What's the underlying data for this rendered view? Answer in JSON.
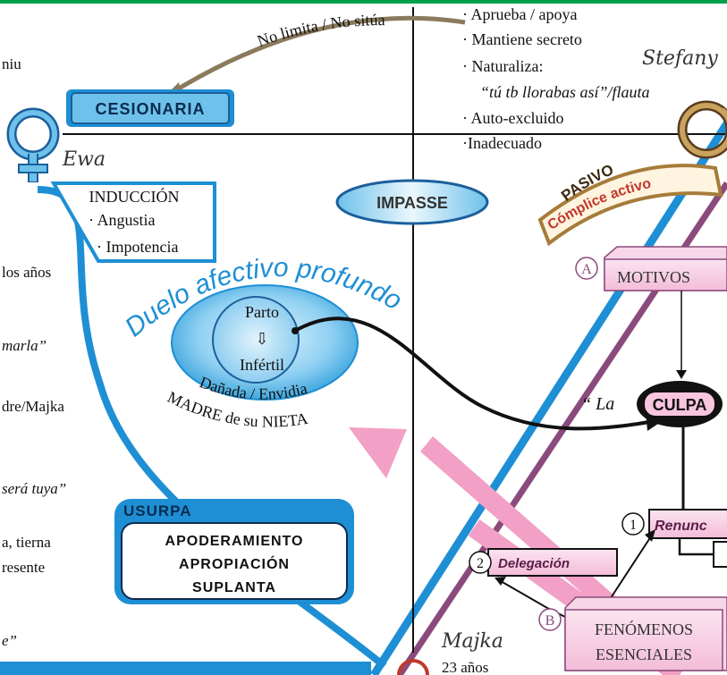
{
  "left_edge": {
    "frag1": "niu",
    "frag2": "los años",
    "frag3": "marla”",
    "frag4": "dre/Majka",
    "frag5": "será tuya”",
    "frag6": "a, tierna",
    "frag7": "resente",
    "frag8": "e”"
  },
  "top_arc": {
    "label": "No limita / No sitúa"
  },
  "actions": {
    "item1": "· Aprueba / apoya",
    "item2": "· Mantiene secreto",
    "item3": "· Naturaliza:",
    "item3_quote": "“tú tb llorabas así”/flauta",
    "item4": "· Auto-excluido",
    "item5": "·Inadecuado"
  },
  "names": {
    "ewa": "Ewa",
    "stefany": "Stefany",
    "majka": "Majka",
    "majka_age": "23 años"
  },
  "cesionaria": {
    "label": "CESIONARIA"
  },
  "induccion": {
    "title": "INDUCCIÓN",
    "item1": "· Angustia",
    "item2": "· Impotencia"
  },
  "impasse": {
    "label": "IMPASSE"
  },
  "pasivo": {
    "label1": "PASIVO",
    "label2": "Cómplice activo"
  },
  "duelo": {
    "arc_text": "Duelo afectivo profundo",
    "inner1": "Parto",
    "arrow": "⇩",
    "inner2": "Infértil",
    "curve1": "Dañada / Envidia",
    "curve2": "MADRE de su NIETA"
  },
  "motivos": {
    "marker": "A",
    "label": "MOTIVOS"
  },
  "culpa": {
    "prefix": "“ La",
    "label": "CULPA"
  },
  "renuncia": {
    "marker": "1",
    "label": "Renunc"
  },
  "delegacion": {
    "marker": "2",
    "label": "Delegación"
  },
  "fenomenos": {
    "marker": "B",
    "line1": "FENÓMENOS",
    "line2": "ESENCIALES"
  },
  "usurpa": {
    "title": "USURPA",
    "line1": "APODERAMIENTO",
    "line2": "APROPIACIÓN",
    "line3": "SUPLANTA"
  }
}
